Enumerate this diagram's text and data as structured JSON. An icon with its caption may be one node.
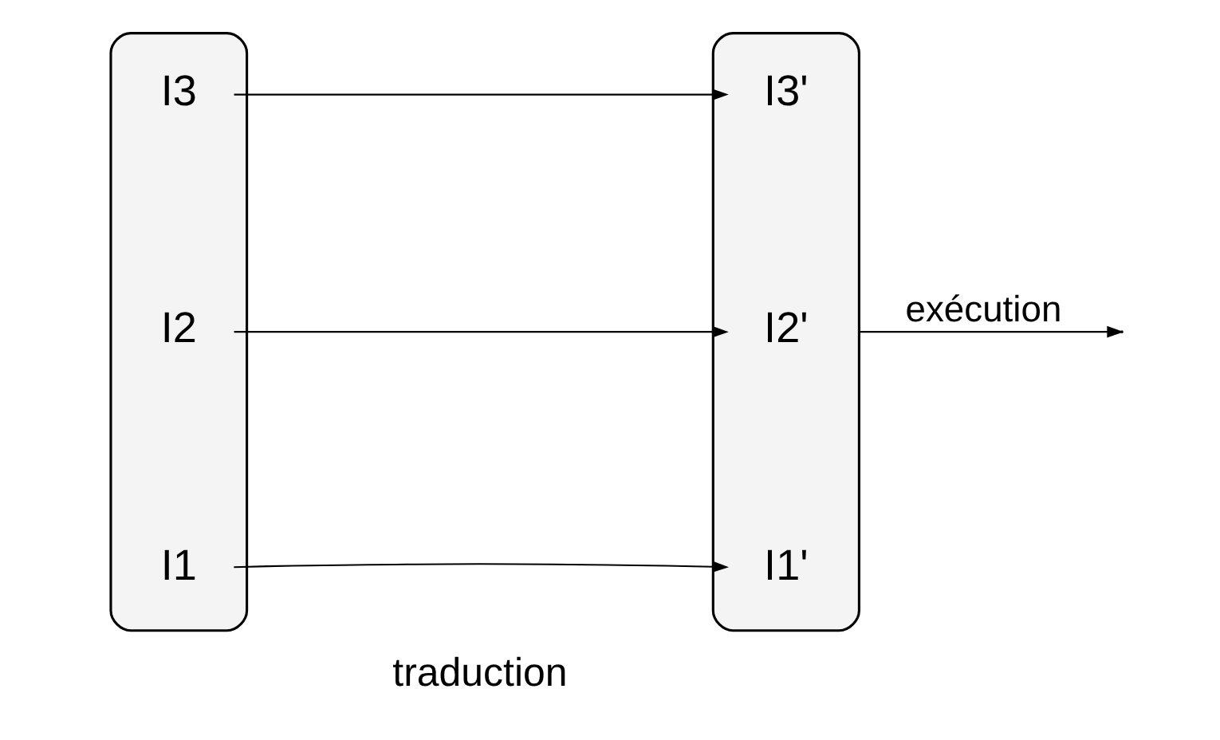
{
  "diagram": {
    "nodes": [
      {
        "text": [],
        "shape": "document"
      },
      {
        "text": [
          "I1"
        ],
        "in": 0
      },
      {
        "text": [
          "I2"
        ],
        "in": 0
      },
      {
        "text": [
          "I3"
        ],
        "in": 0
      },
      {
        "text": [],
        "shape": "document"
      },
      {
        "text": [
          "I1'"
        ],
        "in": 4
      },
      {
        "text": [
          "I2'"
        ],
        "in": 4
      },
      {
        "text": [
          "I3'"
        ],
        "in": 4
      }
    ],
    "edges": [
      {
        "from": 1,
        "to": 5,
        "arrow": "to"
      },
      {
        "from": 2,
        "to": 6,
        "arrow": "to"
      },
      {
        "from": 3,
        "to": 7,
        "arrow": "to"
      },
      {
        "from": 4,
        "to": null,
        "arrow": "to",
        "label": "exécution"
      }
    ],
    "labels": [
      "traduction"
    ]
  }
}
